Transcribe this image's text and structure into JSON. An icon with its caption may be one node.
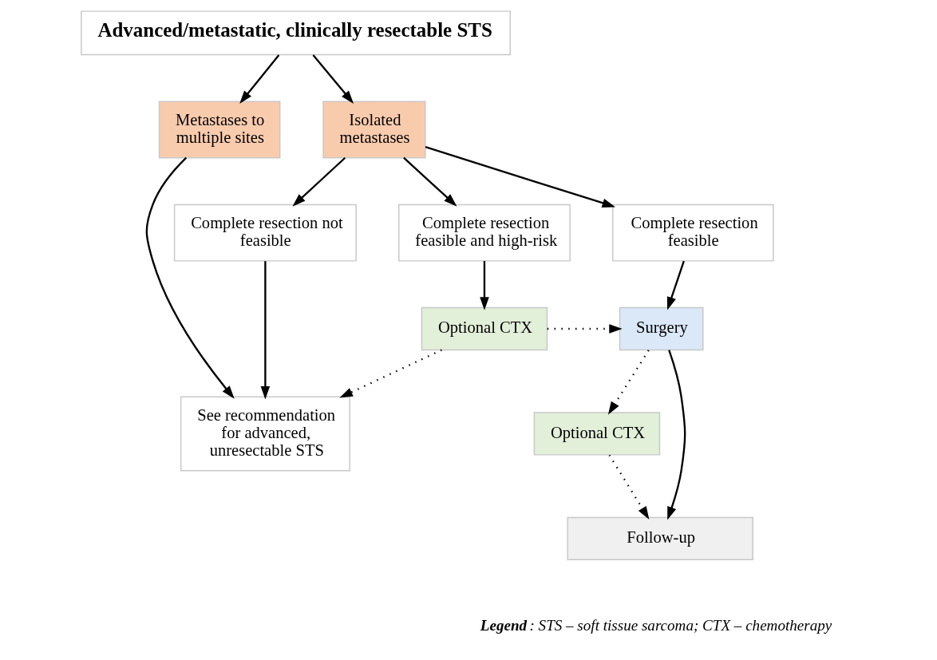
{
  "diagram": {
    "nodes": [
      {
        "text": [
          "Advanced/metastatic, clinically resectable STS"
        ]
      },
      {
        "text": [
          "Isolated metastases"
        ]
      },
      {
        "text": [
          "Metastases to multiple sites"
        ]
      },
      {
        "text": [
          "Complete resection feasible"
        ]
      },
      {
        "text": [
          "Complete resection feasible and high-risk"
        ]
      },
      {
        "text": [
          "Complete resection not feasible"
        ]
      },
      {
        "text": [
          "Surgery"
        ]
      },
      {
        "text": [
          "Optional CTX"
        ]
      },
      {
        "text": [
          "See recommendation for advanced, unresectable STS"
        ]
      },
      {
        "text": [
          "Optional CTX"
        ]
      },
      {
        "text": [
          "Follow-up"
        ]
      }
    ],
    "edges": [
      {
        "from": 0,
        "to": 1,
        "arrow": "to"
      },
      {
        "from": 0,
        "to": 2,
        "arrow": "to"
      },
      {
        "from": 1,
        "to": 3,
        "arrow": "to"
      },
      {
        "from": 1,
        "to": 4,
        "arrow": "to"
      },
      {
        "from": 1,
        "to": 5,
        "arrow": "to"
      },
      {
        "from": 3,
        "to": 6,
        "arrow": "to"
      },
      {
        "from": 4,
        "to": 7,
        "arrow": "to"
      },
      {
        "from": 7,
        "to": 6,
        "arrow": "to",
        "style": "dashed"
      },
      {
        "from": 7,
        "to": 8,
        "arrow": "to",
        "style": "dashed"
      },
      {
        "from": 5,
        "to": 8,
        "arrow": "to"
      },
      {
        "from": 2,
        "to": 8,
        "arrow": "to"
      },
      {
        "from": 6,
        "to": 9,
        "arrow": "to",
        "style": "dashed"
      },
      {
        "from": 6,
        "to": 10,
        "arrow": "to"
      },
      {
        "from": 9,
        "to": 10,
        "arrow": "to",
        "style": "dashed"
      }
    ],
    "labels": [
      "**Legend**: STS – soft tissue sarcoma; CTX – chemotherapy"
    ]
  }
}
